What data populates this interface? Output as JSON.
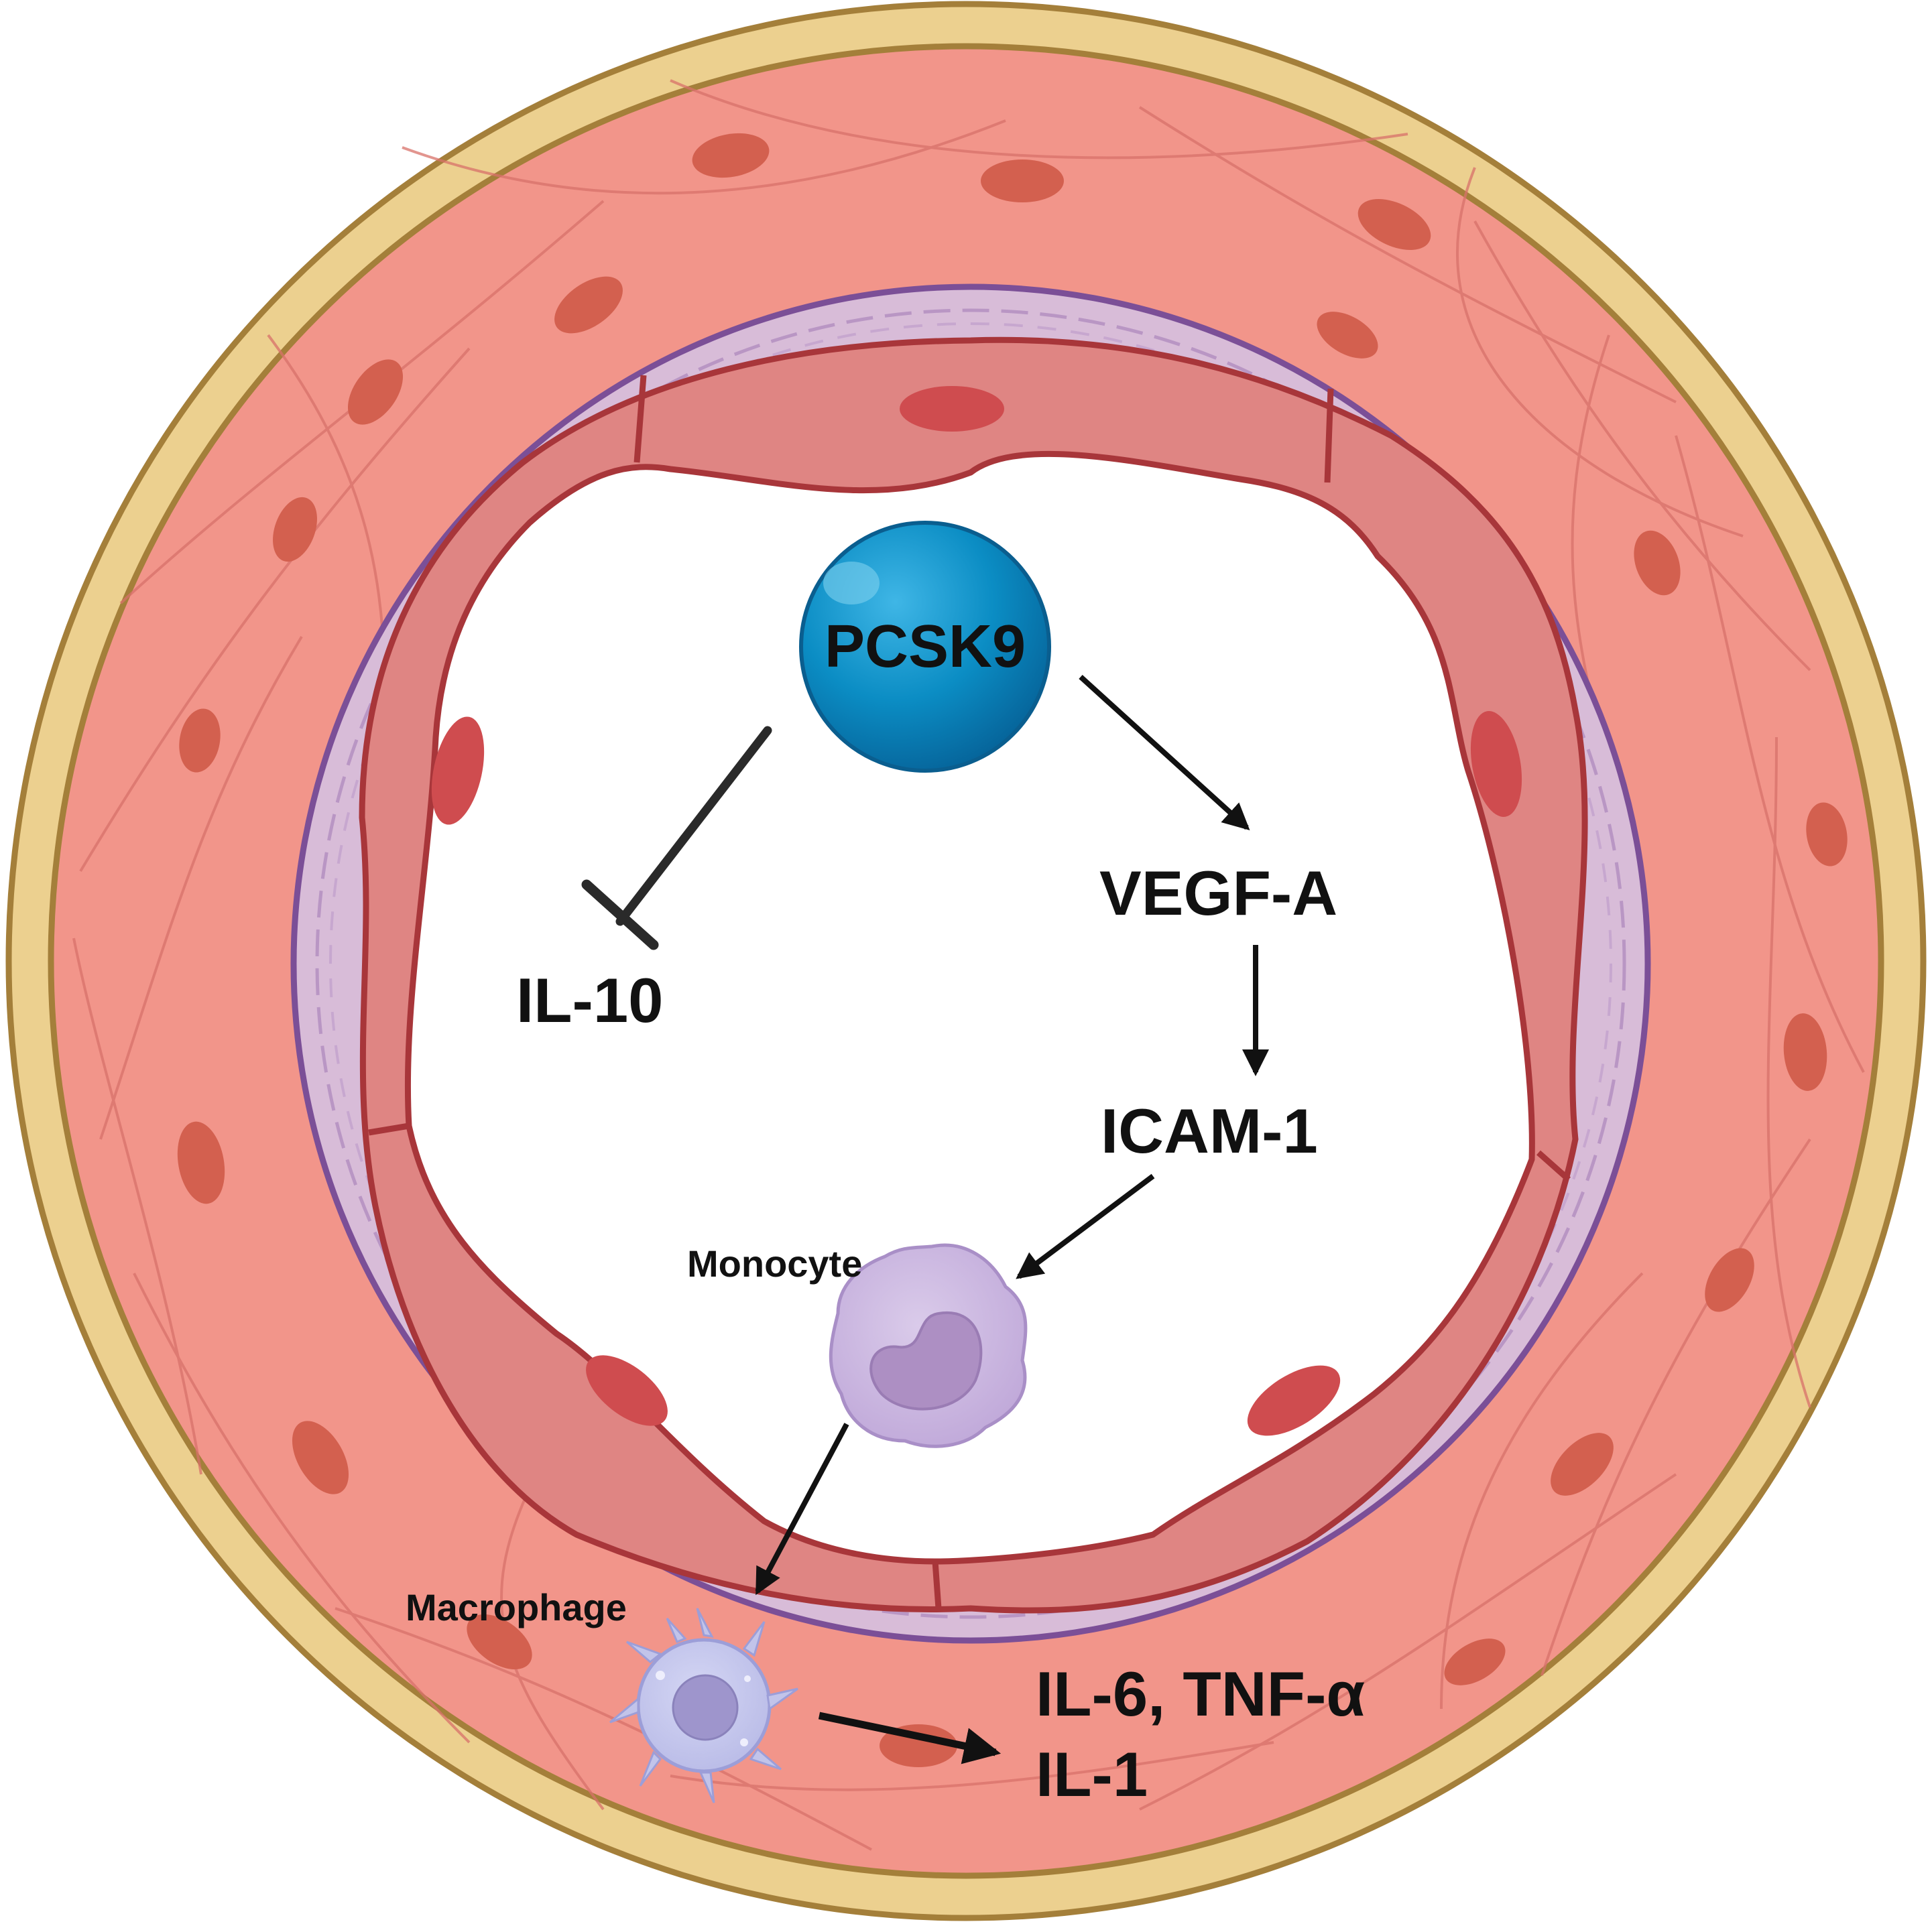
{
  "nodes": {
    "pcsk9": "PCSK9",
    "vegf_a": "VEGF-A",
    "icam_1": "ICAM-1",
    "il_10": "IL-10",
    "monocyte": "Monocyte",
    "macrophage": "Macrophage",
    "cytokines_line1": "IL-6, TNF-α",
    "cytokines_line2": "IL-1"
  },
  "relations": [
    {
      "from": "PCSK9",
      "to": "IL-10",
      "type": "inhibits"
    },
    {
      "from": "PCSK9",
      "to": "VEGF-A",
      "type": "activates"
    },
    {
      "from": "VEGF-A",
      "to": "ICAM-1",
      "type": "activates"
    },
    {
      "from": "ICAM-1",
      "to": "Monocyte",
      "type": "activates"
    },
    {
      "from": "Monocyte",
      "to": "Macrophage",
      "type": "activates"
    },
    {
      "from": "Macrophage",
      "to": "IL-6, TNF-α IL-1",
      "type": "activates"
    }
  ],
  "colors": {
    "adventitia": "#ecd08f",
    "adventitia_border": "#a47f3a",
    "media": "#f2958a",
    "media_nucleus": "#d3604f",
    "elastic_lamina": "#d8bcd8",
    "lamina_border": "#7b4f97",
    "endothelium": "#df8583",
    "endothelium_border": "#a8363a",
    "endothelium_nucleus": "#cf4c4f",
    "pcsk9": "#0b8dc4",
    "monocyte": "#c6b0dc",
    "macrophage": "#c2c4ea"
  },
  "icons": {
    "pcsk9": "sphere-icon",
    "monocyte": "monocyte-cell-icon",
    "macrophage": "macrophage-cell-icon"
  }
}
